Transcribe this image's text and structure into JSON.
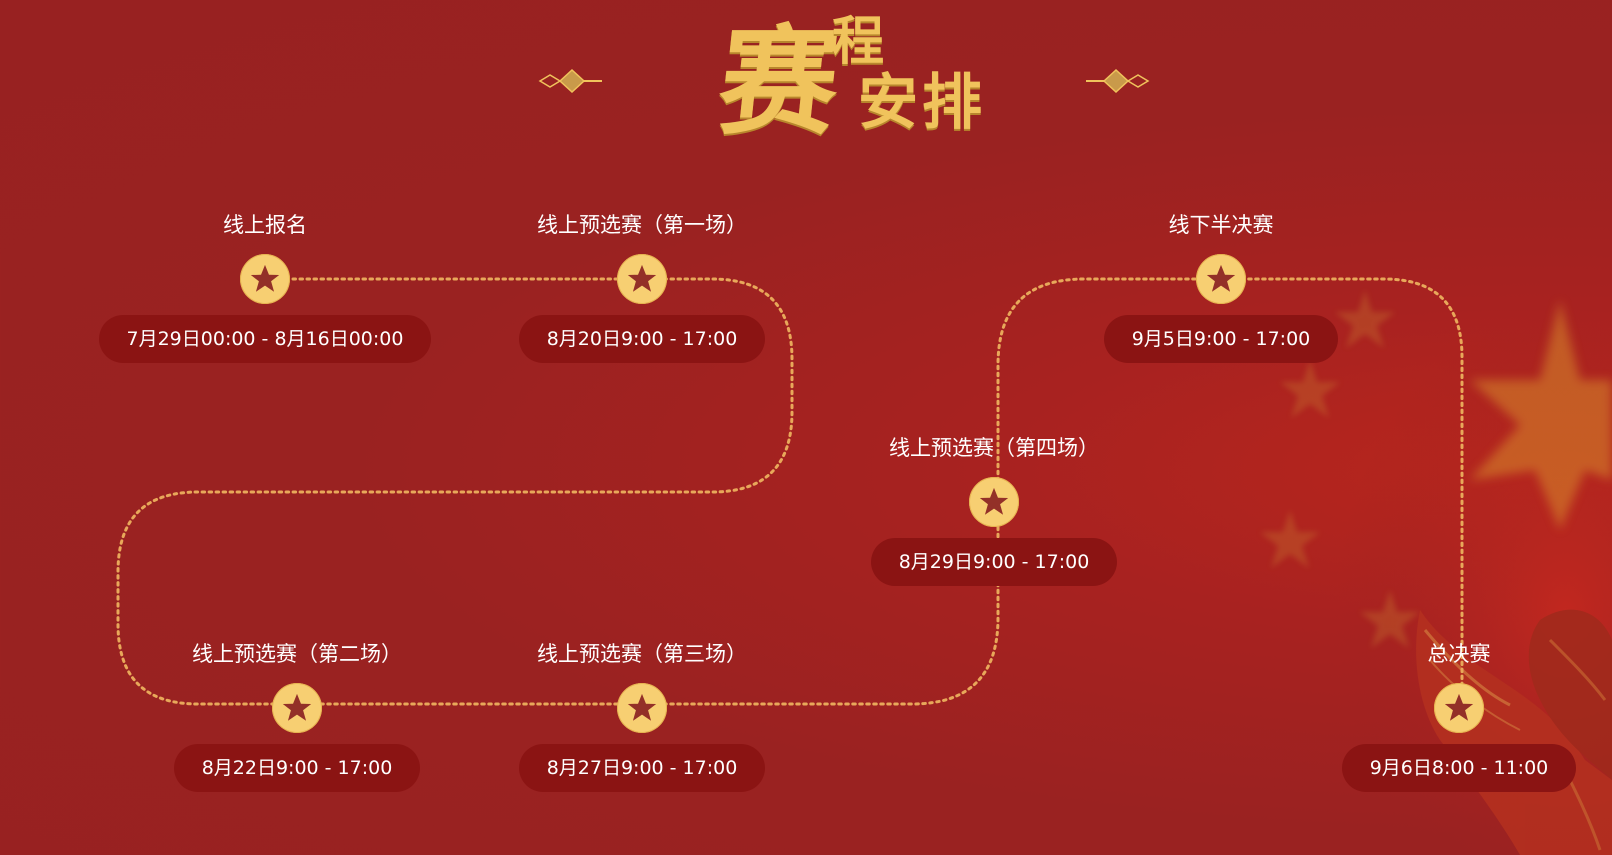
{
  "header": {
    "title_big": "赛",
    "title_top": "程",
    "title_bottom": "安排"
  },
  "colors": {
    "background": "#9b2221",
    "gold": "#f0c35c",
    "star_circle": "#f7cf72",
    "star": "#933028",
    "pill": "#8b1413",
    "path": "#e8a85a"
  },
  "schedule": [
    {
      "name": "线上报名",
      "time": "7月29日00:00 - 8月16日00:00",
      "icon": "star-icon"
    },
    {
      "name": "线上预选赛（第一场）",
      "time": "8月20日9:00 - 17:00",
      "icon": "star-icon"
    },
    {
      "name": "线上预选赛（第二场）",
      "time": "8月22日9:00 - 17:00",
      "icon": "star-icon"
    },
    {
      "name": "线上预选赛（第三场）",
      "time": "8月27日9:00 - 17:00",
      "icon": "star-icon"
    },
    {
      "name": "线上预选赛（第四场）",
      "time": "8月29日9:00 - 17:00",
      "icon": "star-icon"
    },
    {
      "name": "线下半决赛",
      "time": "9月5日9:00 - 17:00",
      "icon": "star-icon"
    },
    {
      "name": "总决赛",
      "time": "9月6日8:00 - 11:00",
      "icon": "star-icon"
    }
  ]
}
